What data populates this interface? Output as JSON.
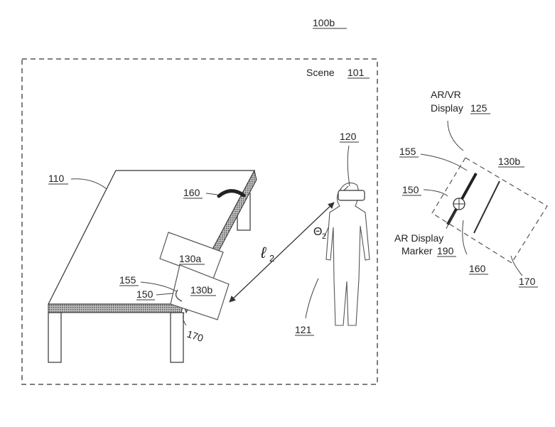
{
  "figure_id": "100b",
  "scene": {
    "label": "Scene",
    "ref": "101"
  },
  "refs": {
    "table": "110",
    "user": "120",
    "user_body": "121",
    "virtual_object_a": "130a",
    "virtual_object_b": "130b",
    "edge_marker": "160",
    "corner_point": "150",
    "tangent_label": "155",
    "corner_ref": "170"
  },
  "measures": {
    "distance_symbol": "ℓ",
    "distance_sub": "2",
    "angle_symbol": "Θ",
    "angle_sub": "2"
  },
  "inset": {
    "display_line1": "AR/VR",
    "display_line2": "Display",
    "display_ref": "125",
    "marker_line1": "AR Display",
    "marker_line2": "Marker",
    "marker_ref": "190",
    "object": "130b",
    "tangent_label": "155",
    "corner_point": "150",
    "edge_marker": "160",
    "corner_ref": "170"
  },
  "colors": {
    "line": "#333333",
    "hatch": "#777777",
    "dash": "#555555"
  }
}
